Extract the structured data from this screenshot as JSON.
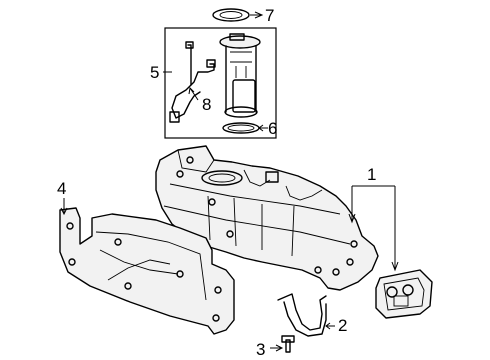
{
  "diagram": {
    "callouts": [
      {
        "id": "c1",
        "label": "1"
      },
      {
        "id": "c2",
        "label": "2"
      },
      {
        "id": "c3",
        "label": "3"
      },
      {
        "id": "c4",
        "label": "4"
      },
      {
        "id": "c5",
        "label": "5"
      },
      {
        "id": "c6",
        "label": "6"
      },
      {
        "id": "c7",
        "label": "7"
      },
      {
        "id": "c8",
        "label": "8"
      }
    ],
    "colors": {
      "line": "#000000",
      "fill": "#f2f2f2",
      "background": "#ffffff"
    }
  }
}
